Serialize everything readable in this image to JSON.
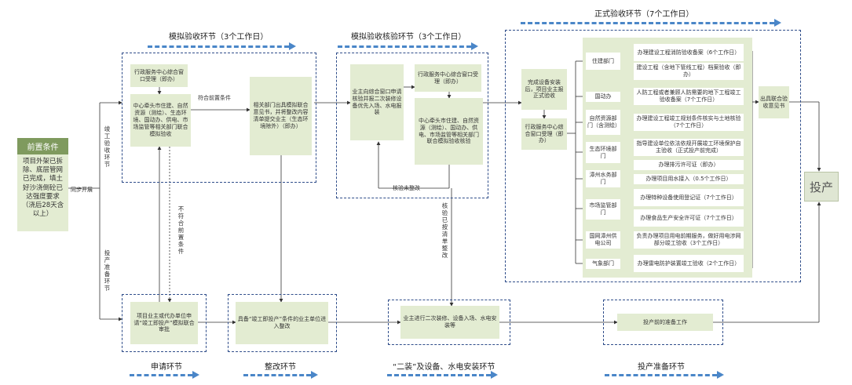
{
  "stages": {
    "simulated_acceptance": "模拟验收环节（3个工作日）",
    "simulated_review": "模拟验收核验环节（3个工作日）",
    "formal_acceptance": "正式验收环节（7个工作日）",
    "application": "申请环节",
    "rectification": "整改环节",
    "installation": "“二装”及设备、水电安装环节",
    "production_prep": "投产准备环节"
  },
  "preconditions": {
    "head": "前置条件",
    "body": "项目外架已拆除、底层管网已完成，填土好沙浇倒砼已达强度要求（浇后28天含以上）"
  },
  "side_labels": {
    "sync_start": "同步开展",
    "completion_acceptance": "竣工验收环节",
    "production_prep": "投产准备环节"
  },
  "sim": {
    "window": "行政服务中心综合窗口受理（即办）",
    "joint": "中心牵头市住建、自然资源（测绘）、生态环境、国动办、供电、市场监管等相关部门联合模拟验收",
    "meets": "符合前置条件",
    "opinion": "相关部门出具模拟联合意见书，并将整改内容清单提交业主（生态环境除外）（即办）",
    "not_meet": "不符合前置条件"
  },
  "review": {
    "owner": "业主向综合窗口申请核验并报二次装修设备优先入场、水电报装",
    "window": "行政服务中心综合窗口受理（即办）",
    "joint": "中心牵头市住建、自然资源（测绘）、国动办、供电、市场监管等相关部门联合模拟验收核验",
    "not_rectified": "核验未整改",
    "rectified": "核验已按清单整改"
  },
  "formal": {
    "complete": "完成设备安装后，项目业主报正式验收",
    "window": "行政服务中心综合窗口受理（即办）",
    "depts": [
      {
        "name": "住建部门",
        "items": [
          "办理建设工程消防验收备案（6个工作日）",
          "建设工程（含地下管线工程）档案验收（即办）"
        ]
      },
      {
        "name": "国动办",
        "items": [
          "人防工程或者兼顾人防需要的地下工程竣工验收备案（7个工作日）"
        ]
      },
      {
        "name": "自然资源部门（含测绘）",
        "items": [
          "办理建设工程竣工规划条件核实与土地核验（7个工作日）"
        ]
      },
      {
        "name": "生态环境部门",
        "items": [
          "指导建设单位依法依规开展竣工环境保护自主验收（正式投产前完成）",
          "办理排污许可证（即办）"
        ]
      },
      {
        "name": "漳州水务部门",
        "items": [
          "办理项目用水接入（0.5个工作日）"
        ]
      },
      {
        "name": "市场监管部门",
        "items": [
          "办理特种设备使用登记证（7个工作日）",
          "办理食品生产安全许可证（7个工作日）"
        ]
      },
      {
        "name": "国网漳州供电公司",
        "items": [
          "负责办理项目用电前期服务，做好用电涉网部分竣工验收（3个工作日）"
        ]
      },
      {
        "name": "气象部门",
        "items": [
          "办理雷电防护装置竣工验收（2个工作日）"
        ]
      }
    ],
    "certificate": "出具联合验收意见书"
  },
  "apply": {
    "text": "项目业主或代办单位申请“竣工即投产”模拟联合审批"
  },
  "rect": {
    "text": "具备“竣工即投产”条件的业主单位进入整改"
  },
  "install": {
    "text": "业主进行二次装修、设备入场、水电安装等"
  },
  "prep": {
    "text": "投产前的准备工作"
  },
  "production": "投产"
}
